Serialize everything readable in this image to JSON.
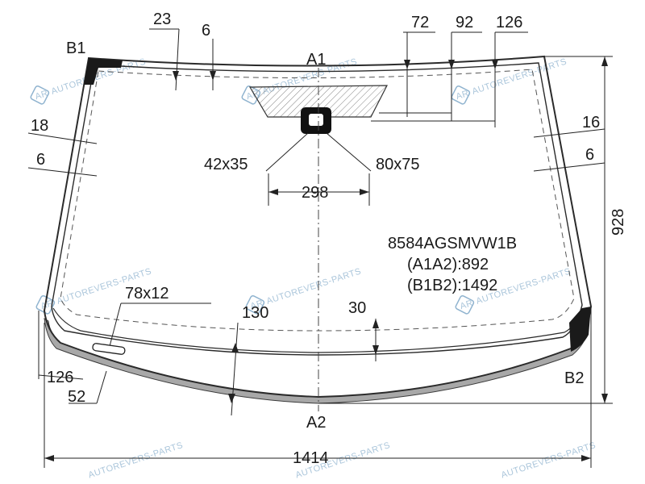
{
  "diagram": {
    "points": {
      "a1": "A1",
      "a2": "A2",
      "b1": "B1",
      "b2": "B2"
    },
    "dims": {
      "d23": "23",
      "d6_top": "6",
      "d72": "72",
      "d92": "92",
      "d126_top": "126",
      "d18": "18",
      "d6_left": "6",
      "d16": "16",
      "d6_right": "6",
      "d42x35": "42x35",
      "d80x75": "80x75",
      "d298": "298",
      "d928": "928",
      "d78x12": "78x12",
      "d130": "130",
      "d30": "30",
      "d126_bottom": "126",
      "d52": "52",
      "d1414": "1414"
    },
    "info": {
      "code": "8584AGSMVW1B",
      "a1a2": "(A1A2):892",
      "b1b2": "(B1B2):1492"
    },
    "watermark": "AUTOREVERS-PARTS",
    "watermark_logo": "AR"
  }
}
